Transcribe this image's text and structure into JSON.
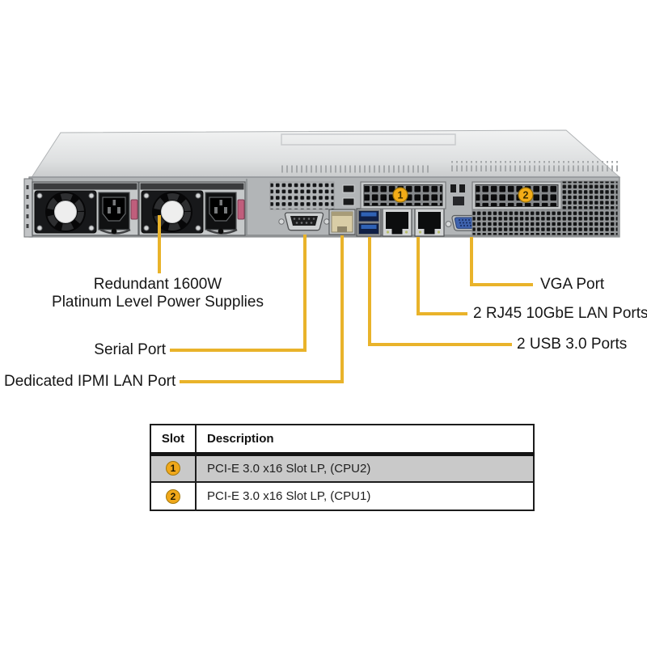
{
  "diagram": {
    "accent_color": "#E9B32A",
    "psu_label": {
      "line1": "Redundant 1600W",
      "line2": "Platinum Level Power Supplies"
    },
    "labels": {
      "serial": "Serial Port",
      "ipmi": "Dedicated IPMI LAN Port",
      "vga": "VGA Port",
      "lan": "2 RJ45 10GbE LAN Ports",
      "usb": "2 USB 3.0 Ports"
    },
    "slot_markers": {
      "slot1": "1",
      "slot2": "2"
    }
  },
  "table": {
    "headers": {
      "slot": "Slot",
      "description": "Description"
    },
    "rows": [
      {
        "slot": "1",
        "description": "PCI-E 3.0 x16 Slot LP, (CPU2)"
      },
      {
        "slot": "2",
        "description": "PCI-E 3.0 x16 Slot LP, (CPU1)"
      }
    ]
  }
}
